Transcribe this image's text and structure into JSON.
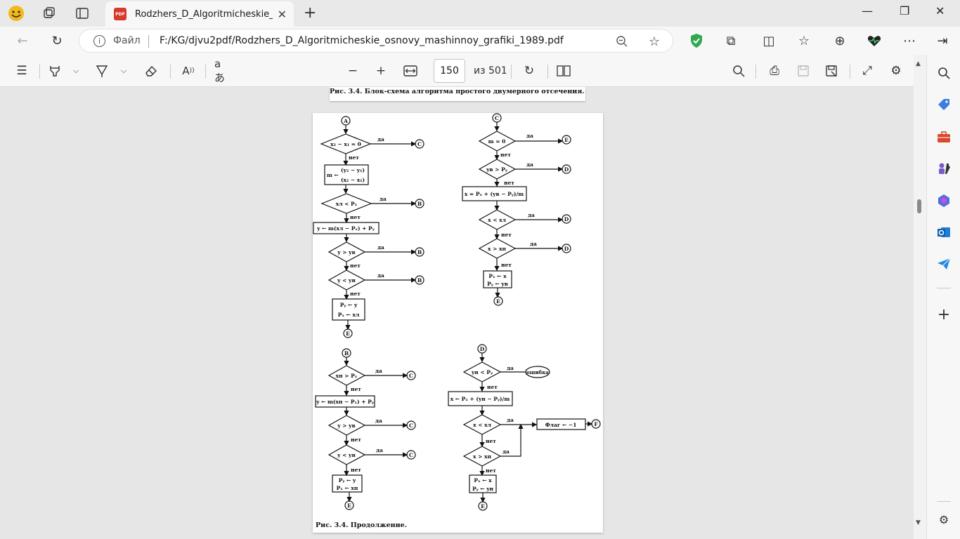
{
  "browser": {
    "tab_title": "Rodzhers_D_Algoritmicheskie_osnovy_mashinnoy_grafiki_1989.pdf",
    "tab_badge": "PDF",
    "file_label": "Файл",
    "url": "F:/KG/djvu2pdf/Rodzhers_D_Algoritmicheskie_osnovy_mashinnoy_grafiki_1989.pdf"
  },
  "pdf_toolbar": {
    "page_current": "150",
    "page_total": "из 501"
  },
  "document": {
    "caption_top": "Рис. 3.4. Блок-схема алгоритма простого двумерного отсечения.",
    "caption_bottom": "Рис. 3.4. Продолжение.",
    "labels": {
      "yes": "да",
      "no": "нет",
      "error": "ошибка",
      "flag": "Флаг ← −1"
    },
    "connectors": {
      "A": "A",
      "B": "B",
      "C": "C",
      "D": "D",
      "E": "E",
      "F": "F"
    },
    "block_A": {
      "d1": "x₂ − x₁ = 0",
      "p1_lhs": "m ←",
      "p1_num": "(y₂ − y₁)",
      "p1_den": "(x₂ − x₁)",
      "d2": "xл < Pₓ",
      "p2": "y ← m(xл − Pₓ) + Pᵧ",
      "d3": "y > yв",
      "d4": "y < yн",
      "p3_line1": "Pᵧ ← y",
      "p3_line2": "Pₓ ← xл"
    },
    "block_C": {
      "d1": "m = 0",
      "d2": "yв > Pᵧ",
      "p1": "x = Pₓ + (yв − Pᵧ)/m",
      "d3": "x < xл",
      "d4": "x > xп",
      "p2_line1": "Pₓ ← x",
      "p2_line2": "Pᵧ ← yв"
    },
    "block_B": {
      "d1": "xп > Pₓ",
      "p1": "y ← m(xп − Pₓ) + Pᵧ",
      "d2": "y > yв",
      "d3": "y < yн",
      "p2_line1": "Pᵧ ← y",
      "p2_line2": "Pₓ ← xп"
    },
    "block_D": {
      "d1": "yн < Pᵧ",
      "p1": "x ← Pₓ + (yн − Pᵧ)/m",
      "d2": "x < xл",
      "d3": "x > xп",
      "p2_line1": "Pₓ ← x",
      "p2_line2": "Pᵧ ← yн"
    }
  }
}
